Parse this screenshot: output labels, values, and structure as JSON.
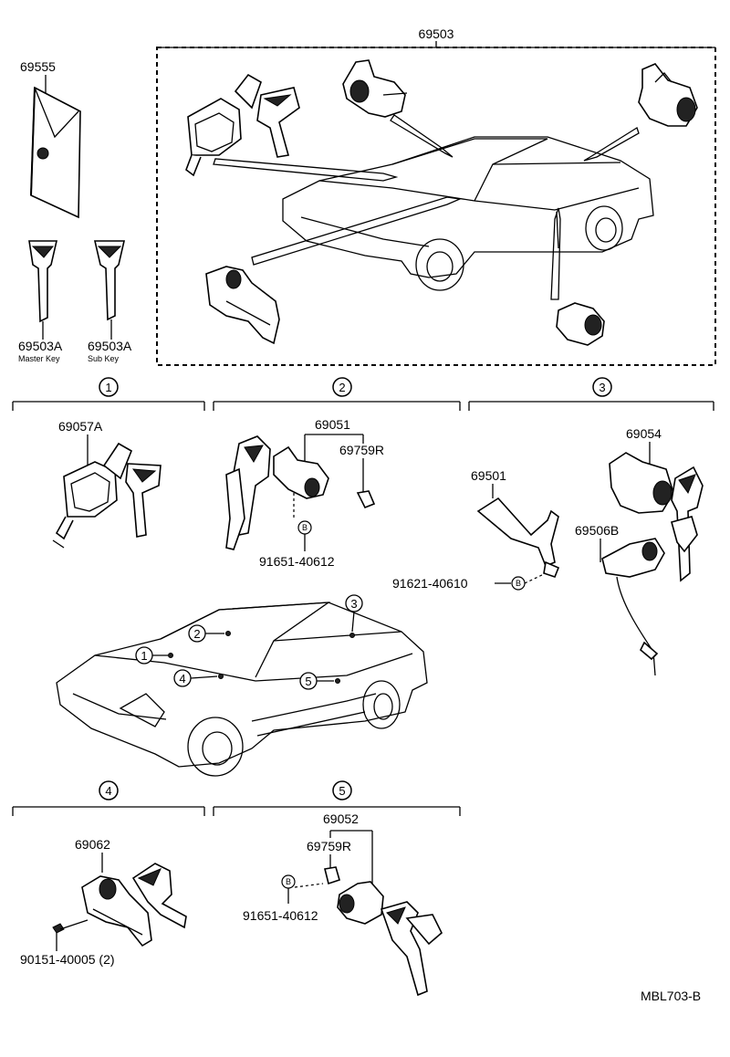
{
  "diagram": {
    "code": "MBL703-B",
    "group_label": "69503",
    "labels": {
      "p69555": "69555",
      "p69503A_master": "69503A",
      "master_key": "Master Key",
      "p69503A_sub": "69503A",
      "sub_key": "Sub Key",
      "p69057A": "69057A",
      "p69051": "69051",
      "p69759R_a": "69759R",
      "p91651_a": "91651-40612",
      "p69501": "69501",
      "p91621": "91621-40610",
      "p69054": "69054",
      "p69506B": "69506B",
      "p69062": "69062",
      "p90151": "90151-40005 (2)",
      "p69052": "69052",
      "p69759R_b": "69759R",
      "p91651_b": "91651-40612"
    },
    "sections": [
      "1",
      "2",
      "3",
      "4",
      "5"
    ],
    "callouts": [
      "1",
      "2",
      "3",
      "4",
      "5"
    ],
    "b_marker": "B"
  }
}
